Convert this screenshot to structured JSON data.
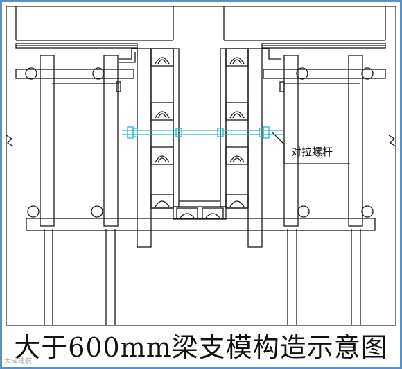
{
  "diagram": {
    "callout_label": "对拉螺杆",
    "caption": "大于600mm梁支模构造示意图",
    "watermark": "大成建筑"
  },
  "colors": {
    "border": "#5b8fc9",
    "line": "#1a1a1a",
    "tie_rod": "#22b8d8"
  }
}
